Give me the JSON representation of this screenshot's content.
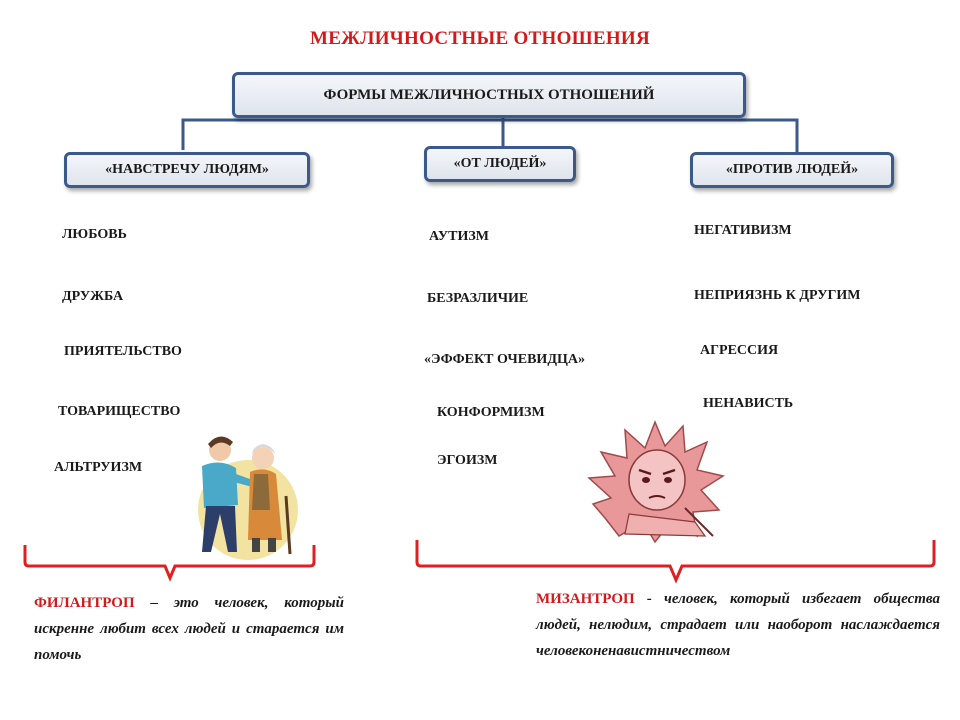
{
  "title": "МЕЖЛИЧНОСТНЫЕ ОТНОШЕНИЯ",
  "root": "ФОРМЫ МЕЖЛИЧНОСТНЫХ ОТНОШЕНИЙ",
  "branches": [
    {
      "label": "«НАВСТРЕЧУ ЛЮДЯМ»",
      "items": [
        "ЛЮБОВЬ",
        "ДРУЖБА",
        "ПРИЯТЕЛЬСТВО",
        "ТОВАРИЩЕСТВО",
        "АЛЬТРУИЗМ"
      ]
    },
    {
      "label": "«ОТ ЛЮДЕЙ»",
      "items": [
        "АУТИЗМ",
        "БЕЗРАЗЛИЧИЕ",
        "«ЭФФЕКТ ОЧЕВИДЦА»",
        "КОНФОРМИЗМ",
        "ЭГОИЗМ"
      ]
    },
    {
      "label": "«ПРОТИВ ЛЮДЕЙ»",
      "items": [
        "НЕГАТИВИЗМ",
        "НЕПРИЯЗНЬ К ДРУГИМ",
        "АГРЕССИЯ",
        "НЕНАВИСТЬ"
      ]
    }
  ],
  "definitions": {
    "philanthrope": {
      "term": "ФИЛАНТРОП",
      "text": " – это человек, который искренне любит всех людей и старается им помочь"
    },
    "misanthrope": {
      "term": "МИЗАНТРОП",
      "text": " - человек, который избегает общества людей, нелюдим, страдает или наоборот наслаждается человеконенавистничеством"
    }
  },
  "colors": {
    "title": "#d11a1a",
    "box_border": "#3b5a8a",
    "bracket": "#e02020"
  }
}
